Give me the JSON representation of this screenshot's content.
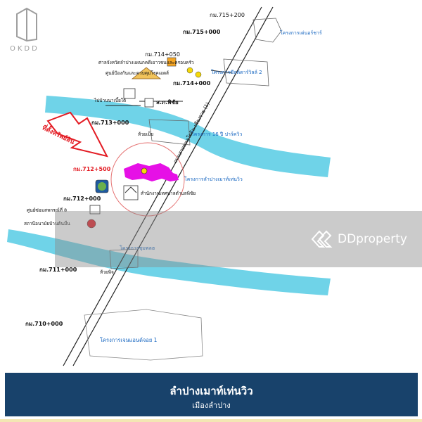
{
  "logo": {
    "text": "OKDD"
  },
  "watermark": {
    "brand": "DDproperty",
    "faint": "OKDD"
  },
  "highway": {
    "label": "ถนนสายพหลโยธิน-เชียงราย (1)",
    "number": "1"
  },
  "markers": {
    "km715_200": "กม.715+200",
    "km715_000": "กม.715+000",
    "km714_050": "กม.714+050",
    "km714_000": "กม.714+000",
    "km713_000": "กม.713+000",
    "km712_500": "กม.712+500",
    "km712_000": "กม.712+000",
    "km711_000": "กม.711+000",
    "km710_000": "กม.710+000"
  },
  "places": {
    "court": "ศาลจังหวัดลำปางแผนกคดีเยาวชนและครอบครัว",
    "drug_center": "ศูนย์ป้องกันและควบคุมโรคเอดส์",
    "police": "ส.ภ.พิชัย",
    "to_village": "ไปบ้านนาเบี้ยใต้",
    "project_top": "โครงการเด่นอร์ชาร์",
    "project_2": "โครงการซีลด์ดาร์วิลล์ 2",
    "project_river": "โครงการ 16 ปี ปาร์ควิว",
    "project_mountain": "โครงการลำปางเมาท์เท่นวิว",
    "municipal": "สำนักงานเทศบาลตำบลพิชัย",
    "repair_center": "ศูนย์ซ่อมสหกรณ์ที่ 8",
    "health_station": "สถานีอนามัยบ้านต้นมื่น",
    "river_label_1": "ห้วยเม็ย",
    "river_label_2": "ห้วยพิจ",
    "project_lower": "โครงการชุมพลฮ",
    "project_bottom": "โครงการเจนแอนด์จอย 1",
    "site_note": "ที่ตั้งทรัพย์สิน"
  },
  "property": {
    "title": "ลำปางเมาท์เท่นวิว",
    "district": "เมืองลำปาง"
  },
  "colors": {
    "river": "#6fd3e8",
    "plot": "#e610e6",
    "footer": "#18426b",
    "arrow": "#e31b23",
    "circle": "#e57373"
  }
}
